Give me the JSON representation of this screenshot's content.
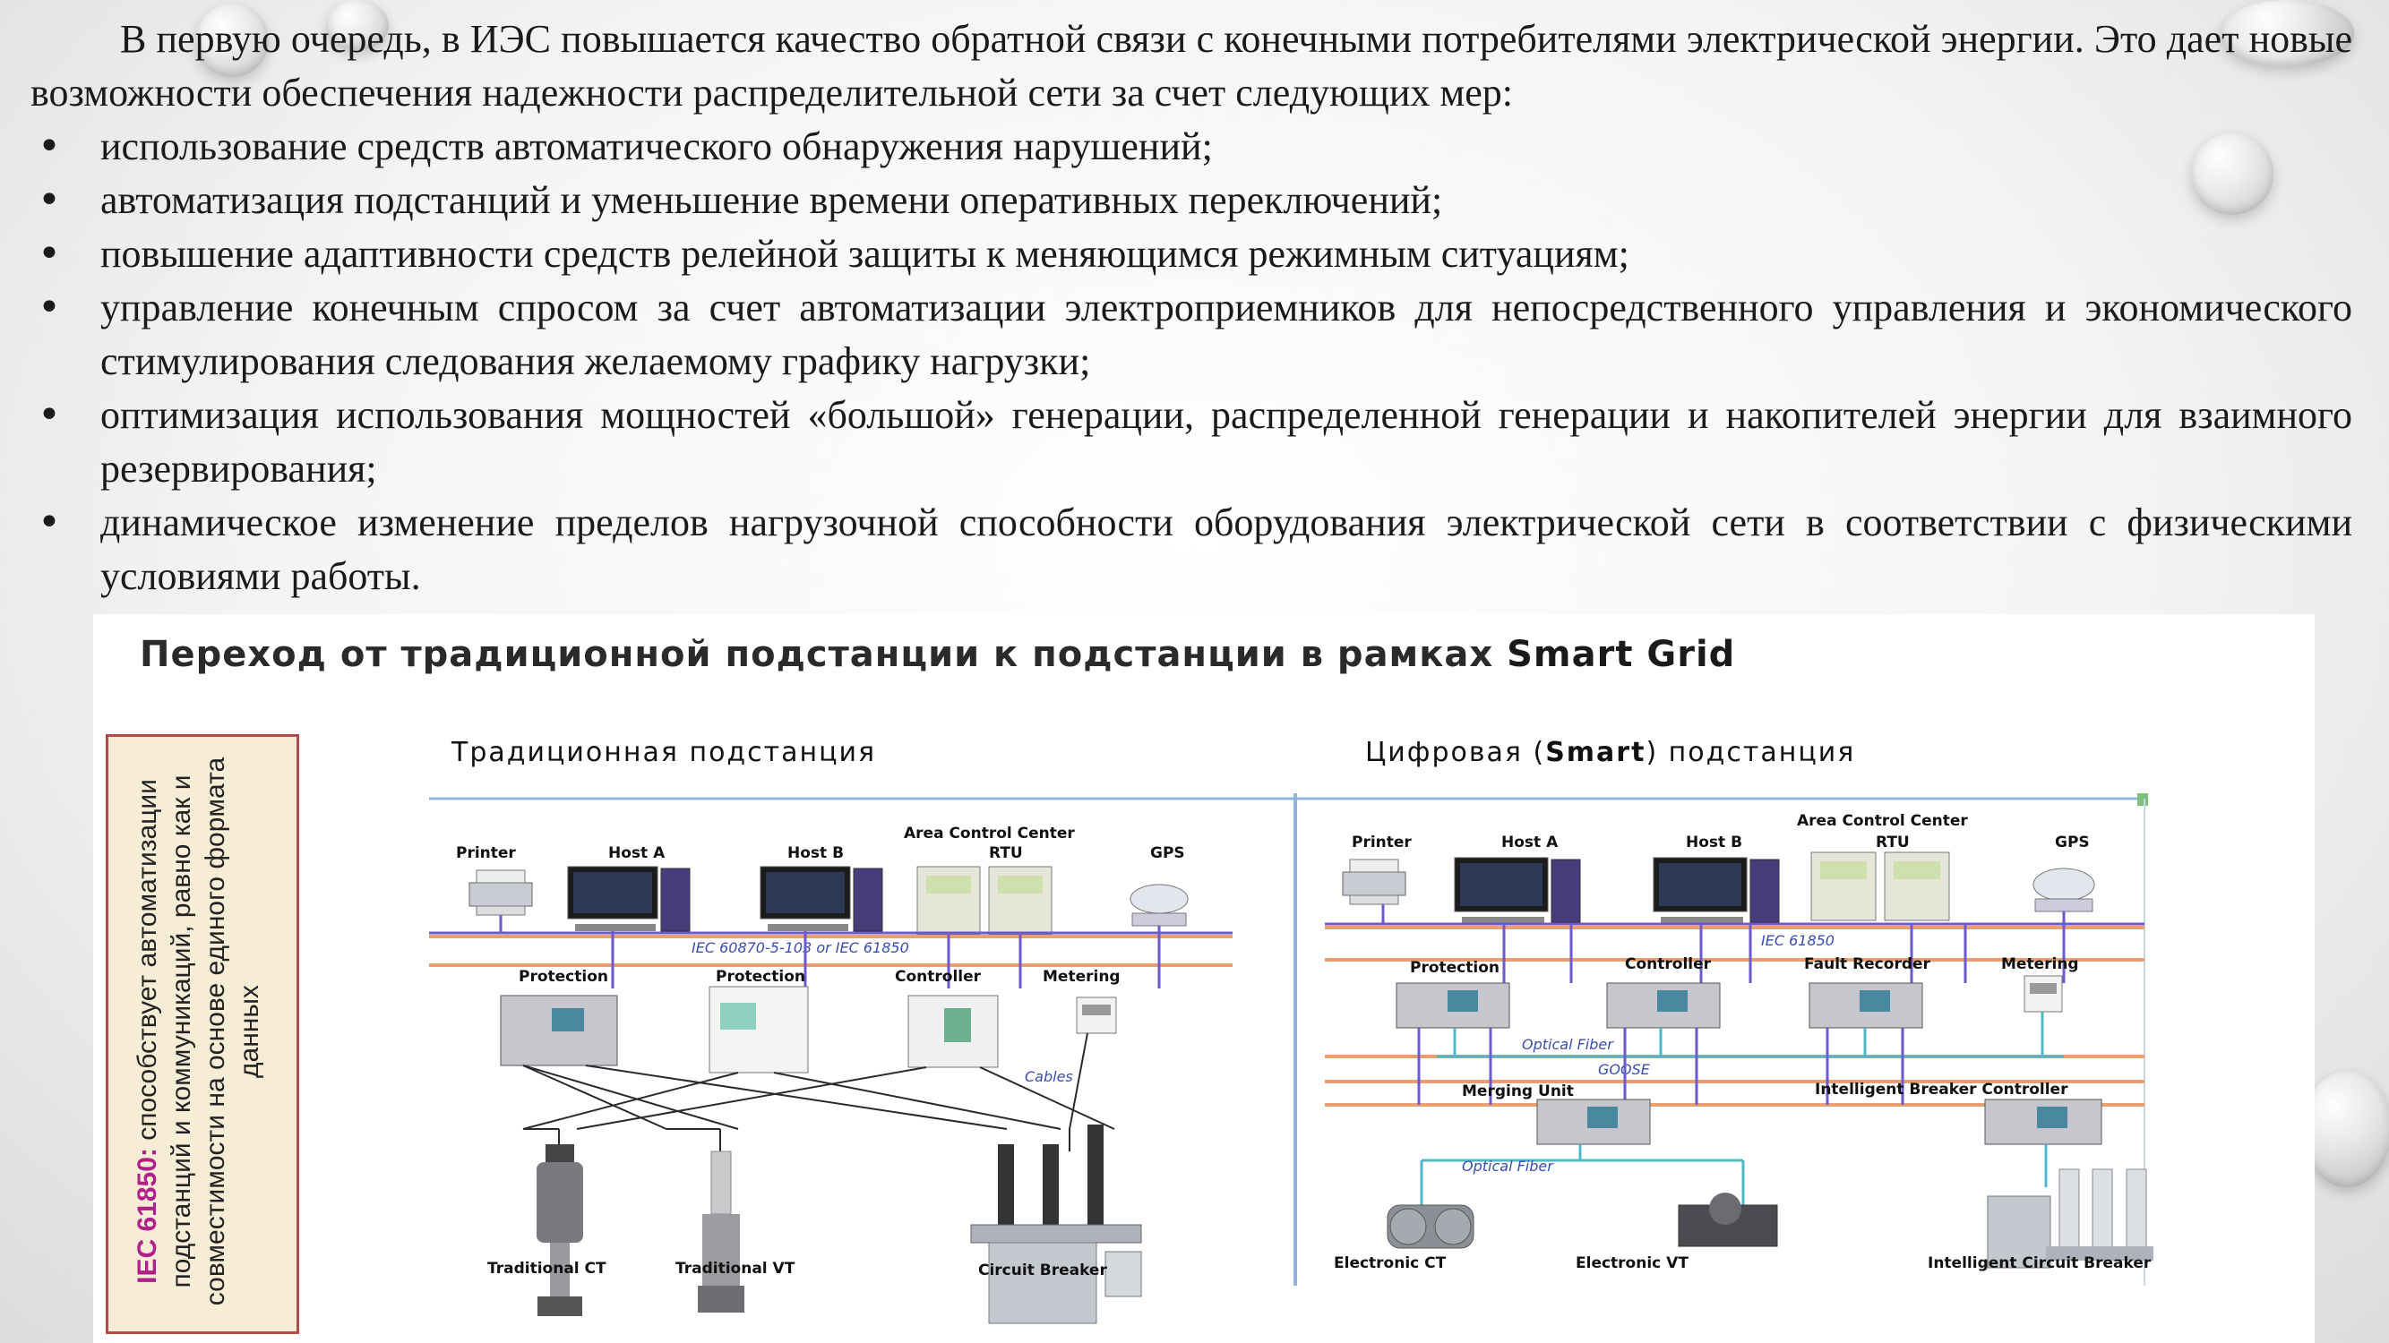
{
  "paragraph": {
    "line1": "В первую очередь, в ИЭС повышается качество обратной связи с конечными потребителями электрической энергии.",
    "line2": "Это дает новые возможности обеспечения надежности распределительной сети за счет следующих мер:"
  },
  "bullets": [
    "использование средств автоматического обнаружения нарушений;",
    "автоматизация подстанций и уменьшение времени оперативных переключений;",
    "повышение адаптивности средств релейной защиты к меняющимся режимным ситуациям;",
    "управление конечным спросом за счет автоматизации электроприемников для непосредственного управления и экономического стимулирования следования желаемому графику нагрузки;",
    "оптимизация использования мощностей «большой» генерации, распределенной генерации и накопителей энергии для взаимного резервирования;",
    "динамическое изменение пределов нагрузочной способности оборудования электрической сети в соответствии с физическими условиями работы."
  ],
  "bullet_symbol": "•",
  "figure": {
    "title_main": "Переход от традиционной подстанции к подстанции в рамках ",
    "title_bold": "Smart Grid",
    "side_note_standard": "IEC 61850:",
    "side_note_text": " способствует автоматизации подстанций и коммуникаций, равно как и совместимости на основе единого формата данных",
    "traditional": {
      "heading": "Традиционная подстанция",
      "top_devices": [
        "Printer",
        "Host A",
        "Host B",
        "Area Control Center",
        "RTU",
        "GPS"
      ],
      "bus_label": "IEC 60870-5-103 or IEC 61850",
      "mid_devices": [
        "Protection",
        "Protection",
        "Controller",
        "Metering"
      ],
      "cables_label": "Cables",
      "field_devices": [
        "Traditional CT",
        "Traditional VT",
        "Circuit Breaker"
      ]
    },
    "smart": {
      "heading_pre": "Цифровая (",
      "heading_bold": "Smart",
      "heading_post": ") подстанция",
      "top_devices": [
        "Printer",
        "Host A",
        "Host B",
        "Area Control Center",
        "RTU",
        "GPS"
      ],
      "bus_label": "IEC 61850",
      "mid_devices": [
        "Protection",
        "Controller",
        "Fault Recorder",
        "Metering"
      ],
      "fiber_label": "Optical Fiber",
      "goose_label": "GOOSE",
      "merging_unit": "Merging Unit",
      "breaker_controller": "Intelligent Breaker Controller",
      "fiber_label_2": "Optical Fiber",
      "field_devices": [
        "Electronic CT",
        "Electronic VT",
        "Intelligent Circuit Breaker"
      ]
    }
  },
  "colors": {
    "bus": "#e8a070",
    "fiber": "#4fb8c8",
    "purple": "#6a5acd",
    "side_border": "#b34a4a",
    "standard": "#b0208a"
  }
}
